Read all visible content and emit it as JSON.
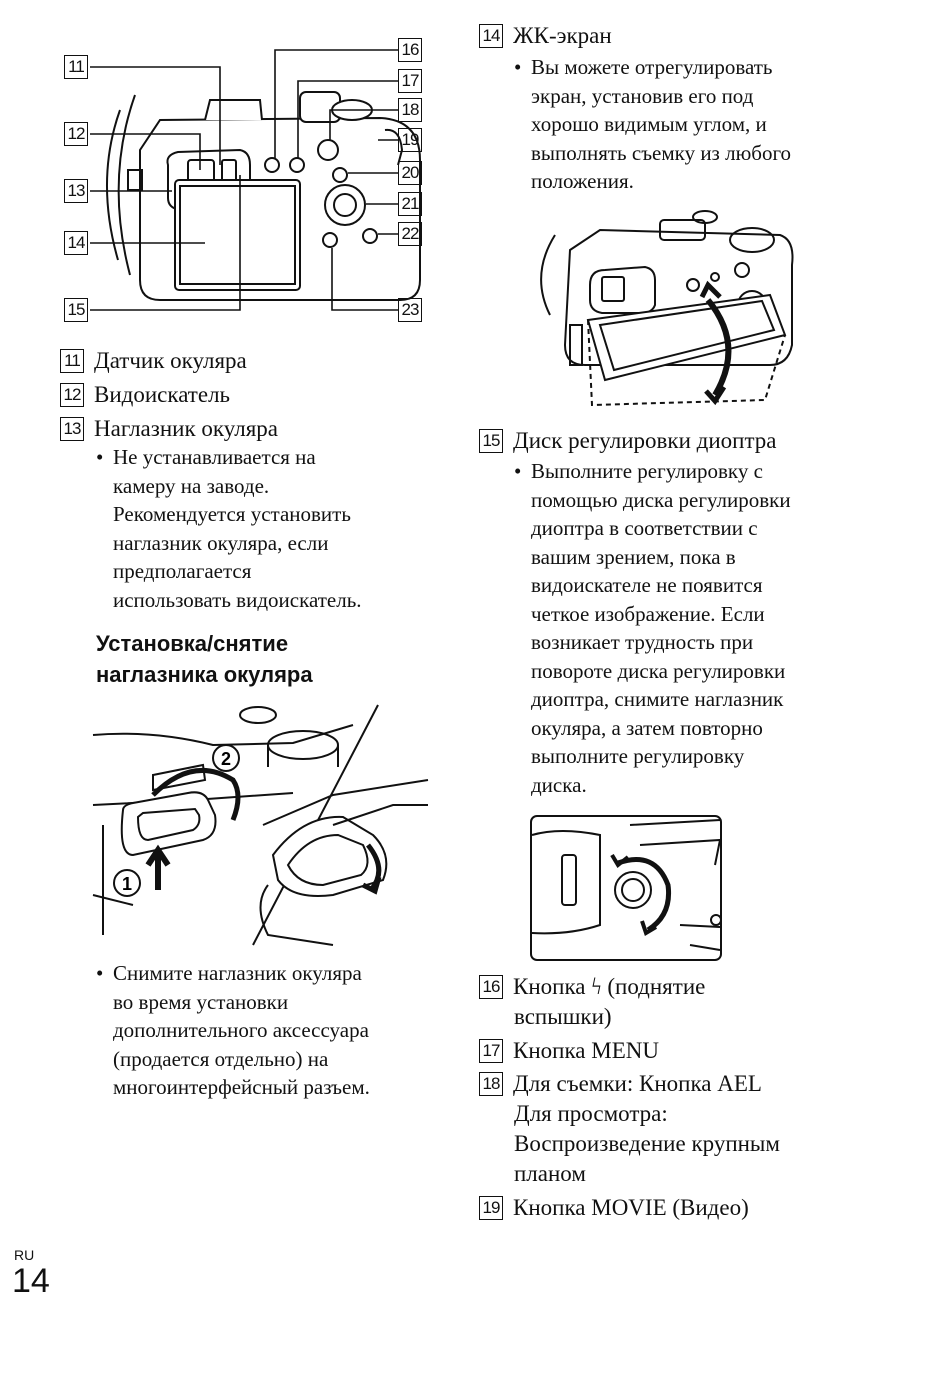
{
  "diagram_top": {
    "callouts_left": [
      "11",
      "12",
      "13",
      "14",
      "15"
    ],
    "callouts_right": [
      "16",
      "17",
      "18",
      "19",
      "20",
      "21",
      "22",
      "23"
    ]
  },
  "left_items": [
    {
      "num": "11",
      "label": "Датчик окуляра"
    },
    {
      "num": "12",
      "label": "Видоискатель"
    },
    {
      "num": "13",
      "label": "Наглазник окуляра"
    }
  ],
  "item13_bullet": [
    "Не устанавливается на",
    "камеру на заводе.",
    "Рекомендуется установить",
    "наглазник окуляра, если",
    "предполагается",
    "использовать видоискатель."
  ],
  "eyecup_heading": [
    "Установка/снятие",
    "наглазника окуляра"
  ],
  "eyecup_steps": [
    "1",
    "2"
  ],
  "eyecup_bullet": [
    "Снимите наглазник окуляра",
    "во время установки",
    "дополнительного аксессуара",
    "(продается отдельно) на",
    "многоинтерфейсный разъем."
  ],
  "item14": {
    "num": "14",
    "label": "ЖК-экран"
  },
  "item14_bullet": [
    "Вы можете отрегулировать",
    "экран, установив его под",
    "хорошо видимым углом, и",
    "выполнять съемку из любого",
    "положения."
  ],
  "item15": {
    "num": "15",
    "label": "Диск регулировки диоптра"
  },
  "item15_bullet": [
    "Выполните регулировку с",
    "помощью диска регулировки",
    "диоптра в соответствии с",
    "вашим зрением, пока в",
    "видоискателе не появится",
    "четкое изображение. Если",
    "возникает трудность при",
    "повороте диска регулировки",
    "диоптра, снимите наглазник",
    "окуляра, а затем повторно",
    "выполните регулировку",
    "диска."
  ],
  "item16": {
    "num": "16",
    "line1": "Кнопка ϟ (поднятие",
    "line2": "вспышки)"
  },
  "item17": {
    "num": "17",
    "label": "Кнопка MENU"
  },
  "item18": {
    "num": "18",
    "lines": [
      "Для съемки: Кнопка AEL",
      "Для просмотра:",
      "Воспроизведение крупным",
      "планом"
    ]
  },
  "item19": {
    "num": "19",
    "label": "Кнопка MOVIE (Видео)"
  },
  "page": {
    "lang": "RU",
    "number": "14"
  }
}
